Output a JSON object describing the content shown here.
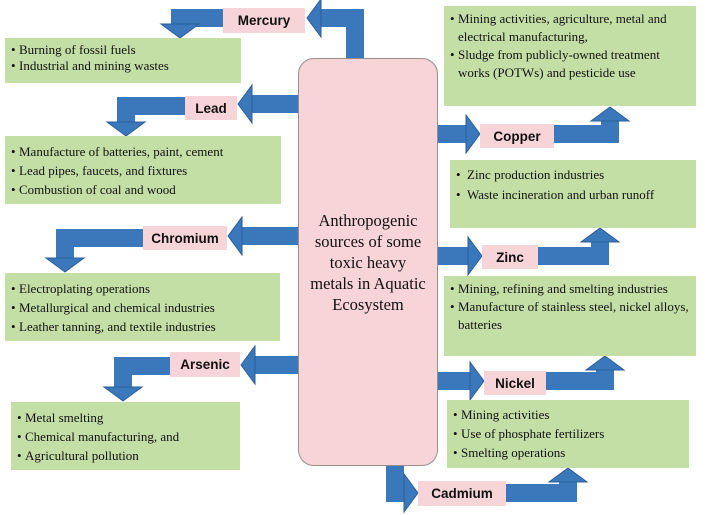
{
  "center": {
    "text": "Anthropogenic sources of some toxic heavy metals in Aquatic Ecosystem"
  },
  "metals": [
    {
      "name": "Mercury",
      "sources": [
        "Burning of fossil fuels",
        "Industrial  and  mining wastes"
      ]
    },
    {
      "name": "Lead",
      "sources": [
        "Manufacture of batteries, paint, cement",
        "Lead pipes, faucets, and fixtures",
        "Combustion of coal and wood"
      ]
    },
    {
      "name": "Chromium",
      "sources": [
        "Electroplating operations",
        "Metallurgical and chemical industries",
        "Leather tanning, and textile industries"
      ]
    },
    {
      "name": "Arsenic",
      "sources": [
        "Metal smelting",
        "Chemical manufacturing, and",
        "Agricultural pollution"
      ]
    },
    {
      "name": "Copper",
      "sources": [
        "Mining activities, agriculture, metal and electrical manufacturing,",
        "Sludge from publicly-owned treatment works (POTWs) and pesticide use"
      ]
    },
    {
      "name": "Zinc",
      "sources": [
        "Zinc production industries",
        "Waste incineration and urban runoff"
      ]
    },
    {
      "name": "Nickel",
      "sources": [
        "Mining, refining and smelting industries",
        "Manufacture of stainless steel, nickel alloys, batteries"
      ]
    },
    {
      "name": "Cadmium",
      "sources": [
        "Mining activities",
        "Use of phosphate fertilizers",
        "Smelting operations"
      ]
    }
  ],
  "colors": {
    "arrow": "#3b78bb",
    "arrow_edge": "#2a5e99",
    "label_bg": "#f7d4d8",
    "box_bg": "#c4dfa6"
  }
}
